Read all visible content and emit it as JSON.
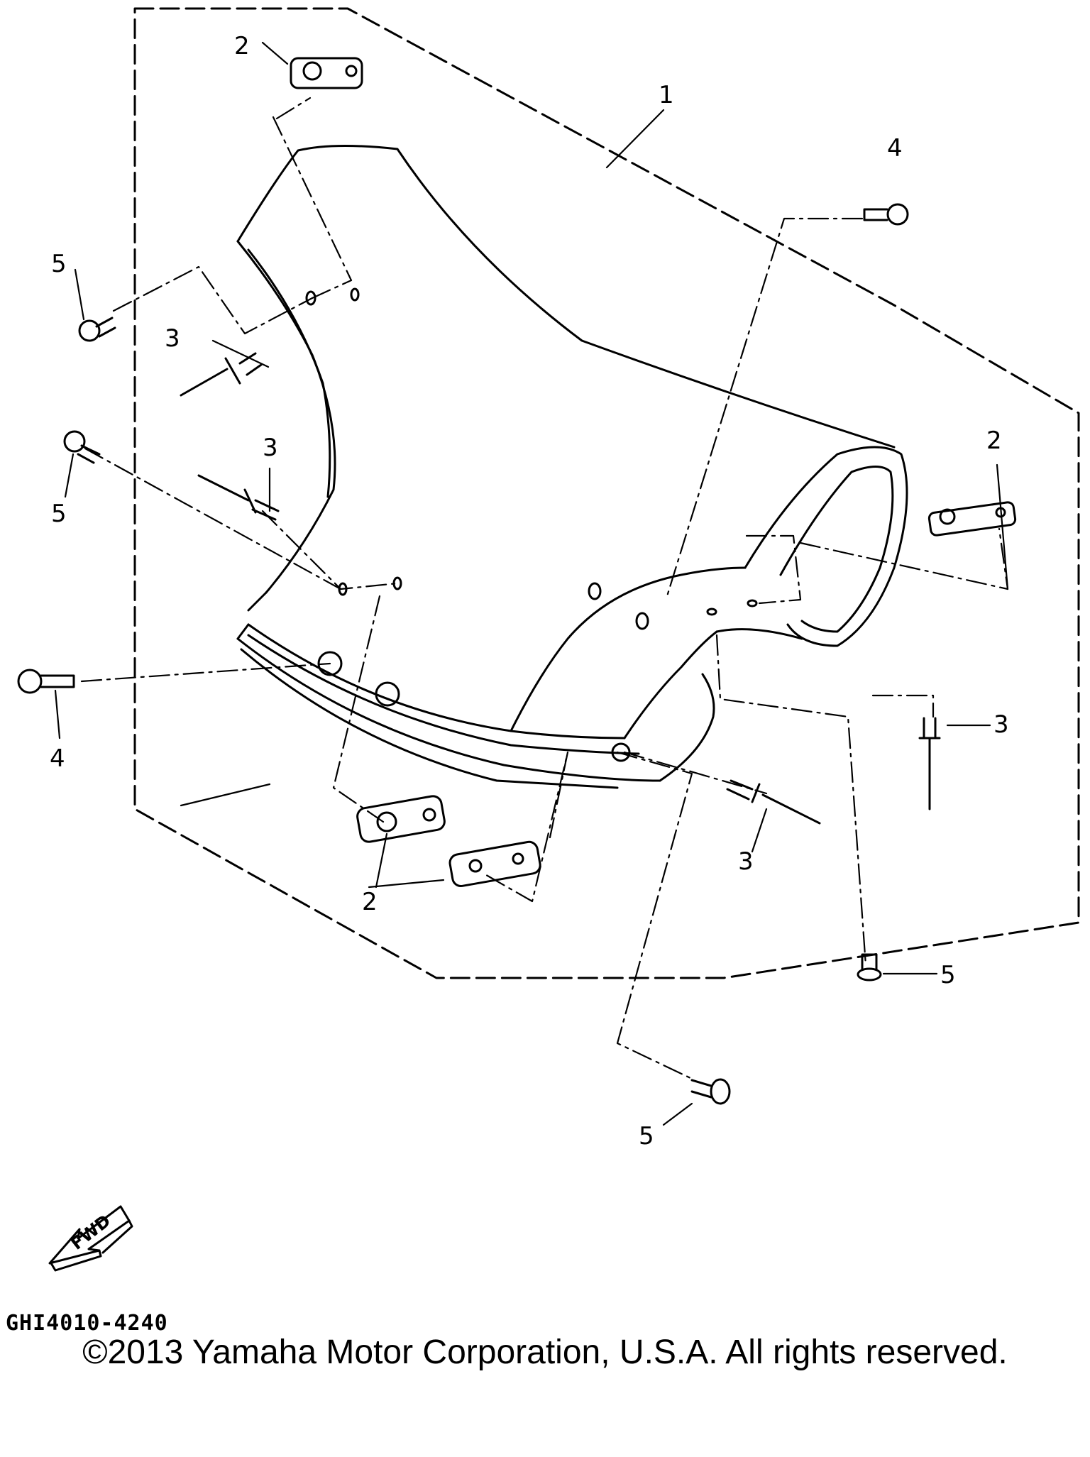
{
  "diagram": {
    "callouts": {
      "c1": "1",
      "c2a": "2",
      "c2b": "2",
      "c2c": "2",
      "c3a": "3",
      "c3b": "3",
      "c3c": "3",
      "c3d": "3",
      "c4a": "4",
      "c4b": "4",
      "c5a": "5",
      "c5b": "5",
      "c5c": "5",
      "c5d": "5"
    },
    "fwd_arrow_label": "FWD",
    "drawing_code": "GHI4010-4240"
  },
  "footer": {
    "copyright": "©2013 Yamaha Motor Corporation, U.S.A. All rights reserved."
  }
}
